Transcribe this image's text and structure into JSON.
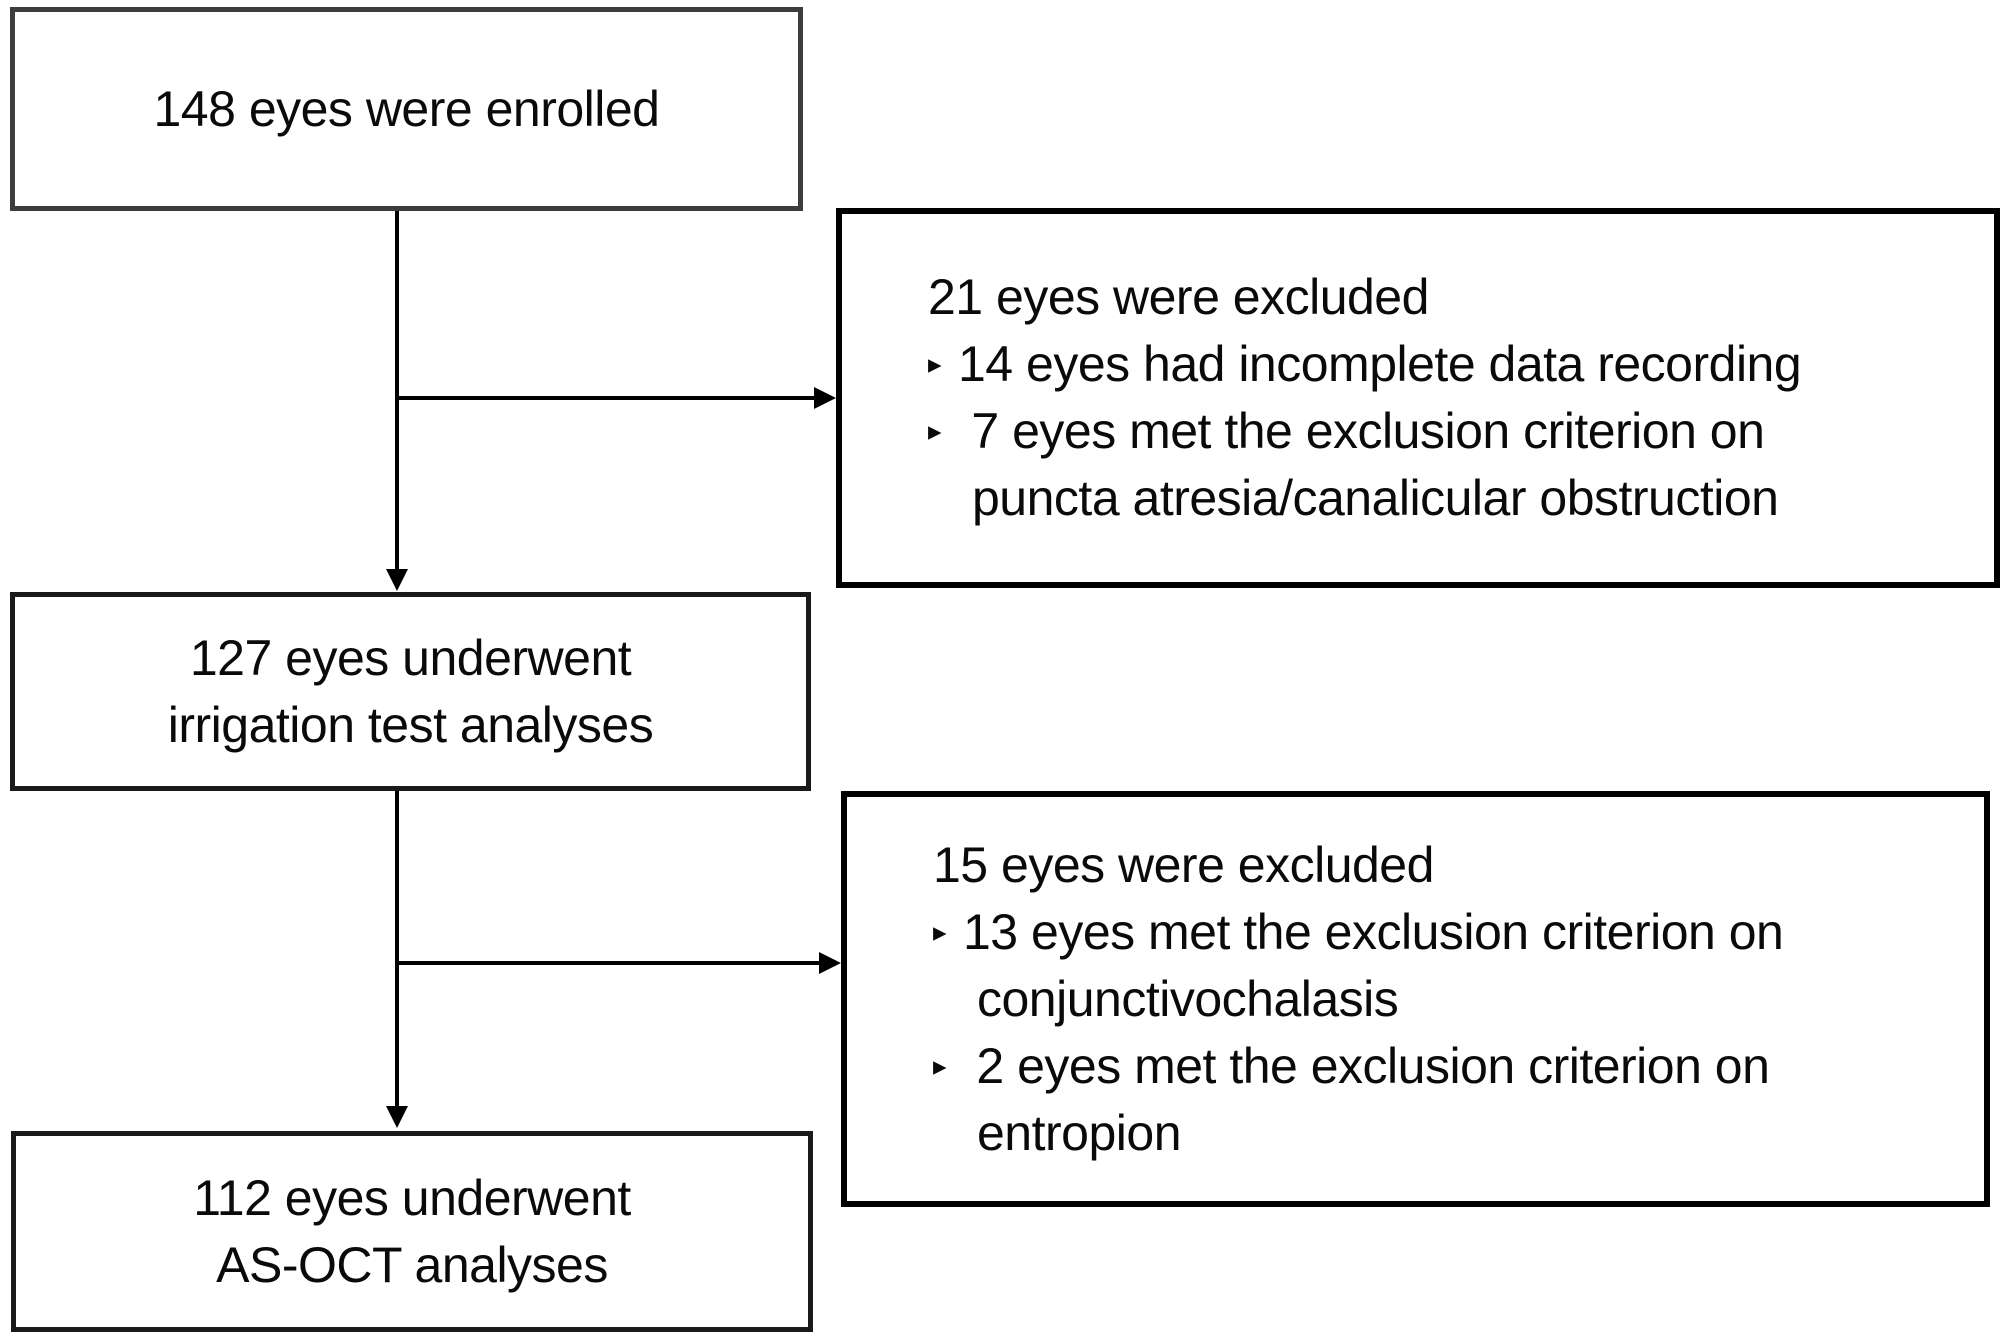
{
  "figure": {
    "type": "flowchart",
    "background": "#ffffff",
    "connector_color": "#000000",
    "main_box_border": "#1a1a1a",
    "side_box_border": "#000000",
    "bullet_icon": "▸"
  },
  "boxes": {
    "enrolled": {
      "text": "148 eyes were enrolled"
    },
    "irrigation": {
      "lines": [
        "127 eyes underwent",
        "irrigation test analyses"
      ]
    },
    "asoct": {
      "lines": [
        "112 eyes underwent",
        "AS-OCT analyses"
      ]
    },
    "excluded1": {
      "header": "21 eyes were excluded",
      "items": [
        {
          "bullet": "▸",
          "text": "14 eyes had incomplete data recording"
        },
        {
          "bullet": "▸",
          "text": " 7 eyes met the exclusion criterion on"
        },
        {
          "bullet": "",
          "text": "puncta atresia/canalicular obstruction"
        }
      ]
    },
    "excluded2": {
      "header": "15 eyes were excluded",
      "items": [
        {
          "bullet": "▸",
          "text": "13 eyes met the exclusion criterion on"
        },
        {
          "bullet": "",
          "text": "conjunctivochalasis"
        },
        {
          "bullet": "▸",
          "text": " 2 eyes met the exclusion criterion on"
        },
        {
          "bullet": "",
          "text": "entropion"
        }
      ]
    }
  }
}
